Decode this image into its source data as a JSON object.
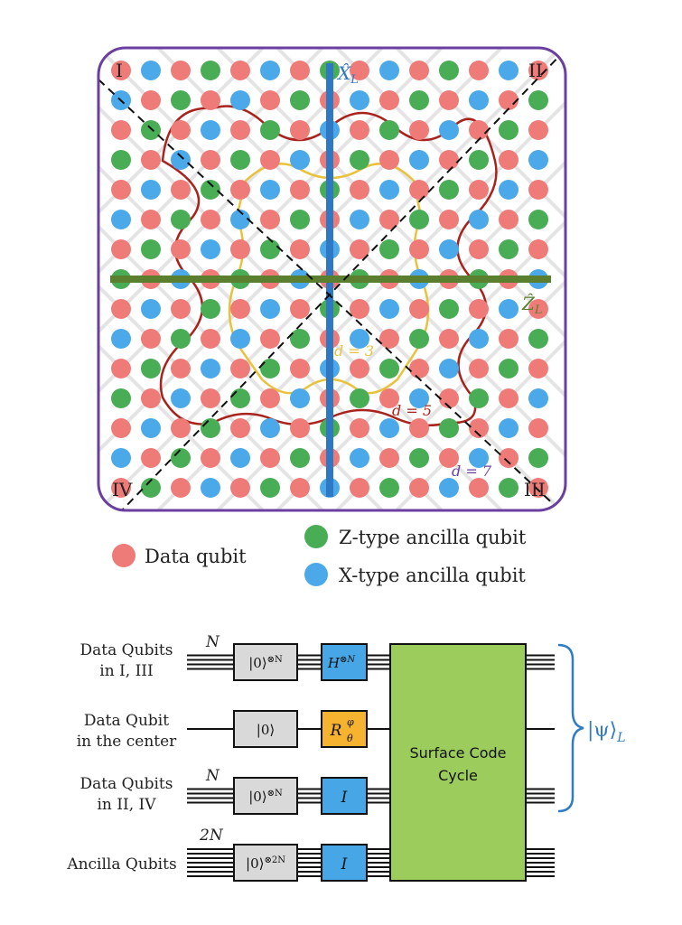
{
  "lattice": {
    "corners": {
      "top_left": "I",
      "top_right": "II",
      "bottom_right": "III",
      "bottom_left": "IV"
    },
    "x_logical": "X̂",
    "x_logical_sub": "L",
    "z_logical": "Ẑ",
    "z_logical_sub": "L",
    "d3": "d = 3",
    "d5": "d = 5",
    "d7": "d = 7",
    "colors": {
      "data": "#ee7b78",
      "z_ancilla": "#49ad55",
      "x_ancilla": "#4ba9e9",
      "frame": "#6a3fa0",
      "d3": "#e9c23d",
      "d5": "#a8231d",
      "x_line": "#2f78c4",
      "z_line": "#5a7f2f"
    }
  },
  "legend": {
    "data": "Data qubit",
    "z_ancilla": "Z-type ancilla qubit",
    "x_ancilla": "X-type ancilla qubit"
  },
  "circuit": {
    "rows": [
      {
        "label_line1": "Data Qubits",
        "label_line2": "in I, III",
        "wire_label": "N",
        "init": "|0⟩",
        "init_sup": "⊗N",
        "gate": "H",
        "gate_sup": "⊗N"
      },
      {
        "label_line1": "Data Qubit",
        "label_line2": "in the center",
        "wire_label": "",
        "init": "|0⟩",
        "init_sup": "",
        "gate": "R",
        "gate_sup": "φ",
        "gate_sub": "θ"
      },
      {
        "label_line1": "Data Qubits",
        "label_line2": "in II, IV",
        "wire_label": "N",
        "init": "|0⟩",
        "init_sup": "⊗N",
        "gate": "I",
        "gate_sup": ""
      },
      {
        "label_line1": "Ancilla Qubits",
        "label_line2": "",
        "wire_label": "2N",
        "init": "|0⟩",
        "init_sup": "⊗2N",
        "gate": "I",
        "gate_sup": ""
      }
    ],
    "cycle_line1": "Surface Code",
    "cycle_line2": "Cycle",
    "output_state": "|ψ⟩",
    "output_sub": "L",
    "colors": {
      "init_fill": "#d9d9d9",
      "gate_blue": "#47a6e6",
      "gate_orange": "#f5b330",
      "cycle_fill": "#9ccc5c",
      "brace": "#2f7bc6"
    }
  }
}
